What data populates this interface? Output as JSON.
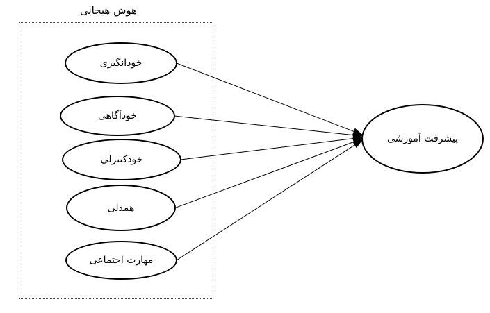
{
  "diagram": {
    "group": {
      "label": "هوش هیجانی"
    },
    "nodes": [
      {
        "id": "self-motivation",
        "label": "خودانگیزی"
      },
      {
        "id": "self-awareness",
        "label": "خودآگاهی"
      },
      {
        "id": "self-control",
        "label": "خودکنترلی"
      },
      {
        "id": "empathy",
        "label": "همدلی"
      },
      {
        "id": "social-skill",
        "label": "مهارت اجتماعی"
      }
    ],
    "target": {
      "id": "educational-achievement",
      "label": "پیشرفت آموزشی"
    },
    "edges": [
      {
        "from": "self-motivation",
        "to": "educational-achievement"
      },
      {
        "from": "self-awareness",
        "to": "educational-achievement"
      },
      {
        "from": "self-control",
        "to": "educational-achievement"
      },
      {
        "from": "empathy",
        "to": "educational-achievement"
      },
      {
        "from": "social-skill",
        "to": "educational-achievement"
      }
    ],
    "colors": {
      "stroke": "#000000",
      "dotted_border": "#4a4a4a",
      "background": "#ffffff",
      "text": "#000000"
    }
  }
}
